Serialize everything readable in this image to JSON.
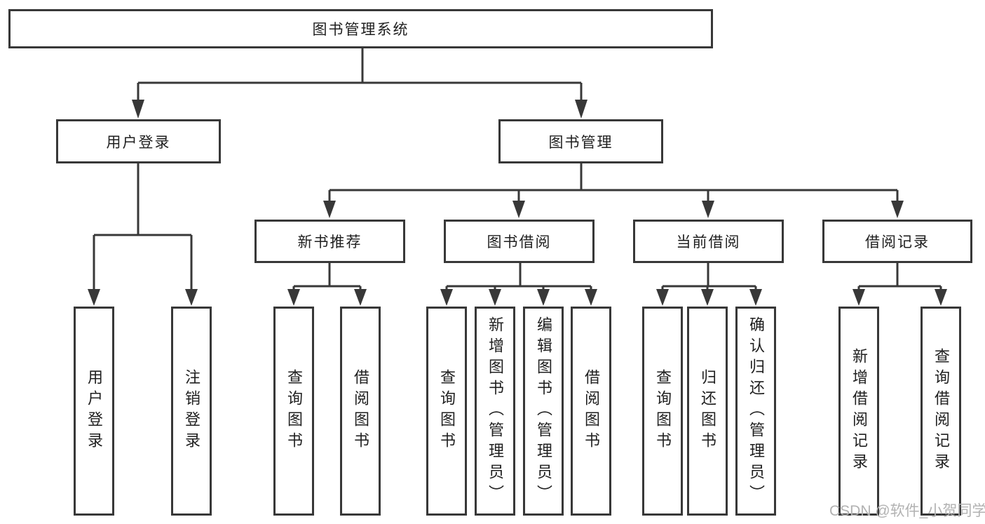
{
  "tree": {
    "root": {
      "label": "图书管理系统",
      "children": [
        {
          "label": "用户登录",
          "children": [
            {
              "label": "用户登录"
            },
            {
              "label": "注销登录"
            }
          ]
        },
        {
          "label": "图书管理",
          "children": [
            {
              "label": "新书推荐",
              "children": [
                {
                  "label": "查询图书"
                },
                {
                  "label": "借阅图书"
                }
              ]
            },
            {
              "label": "图书借阅",
              "children": [
                {
                  "label": "查询图书"
                },
                {
                  "label": "新增图书（管理员）"
                },
                {
                  "label": "编辑图书（管理员）"
                },
                {
                  "label": "借阅图书"
                }
              ]
            },
            {
              "label": "当前借阅",
              "children": [
                {
                  "label": "查询图书"
                },
                {
                  "label": "归还图书"
                },
                {
                  "label": "确认归还（管理员）"
                }
              ]
            },
            {
              "label": "借阅记录",
              "children": [
                {
                  "label": "新增借阅记录"
                },
                {
                  "label": "查询借阅记录"
                }
              ]
            }
          ]
        }
      ]
    }
  },
  "watermark": {
    "text": "CSDN @软件_小贺同学"
  },
  "colors": {
    "line": "#383838",
    "text": "#1f1f1f",
    "box-bg": "#ffffff",
    "watermark": "#b2b2b2",
    "background": "#ffffff"
  }
}
